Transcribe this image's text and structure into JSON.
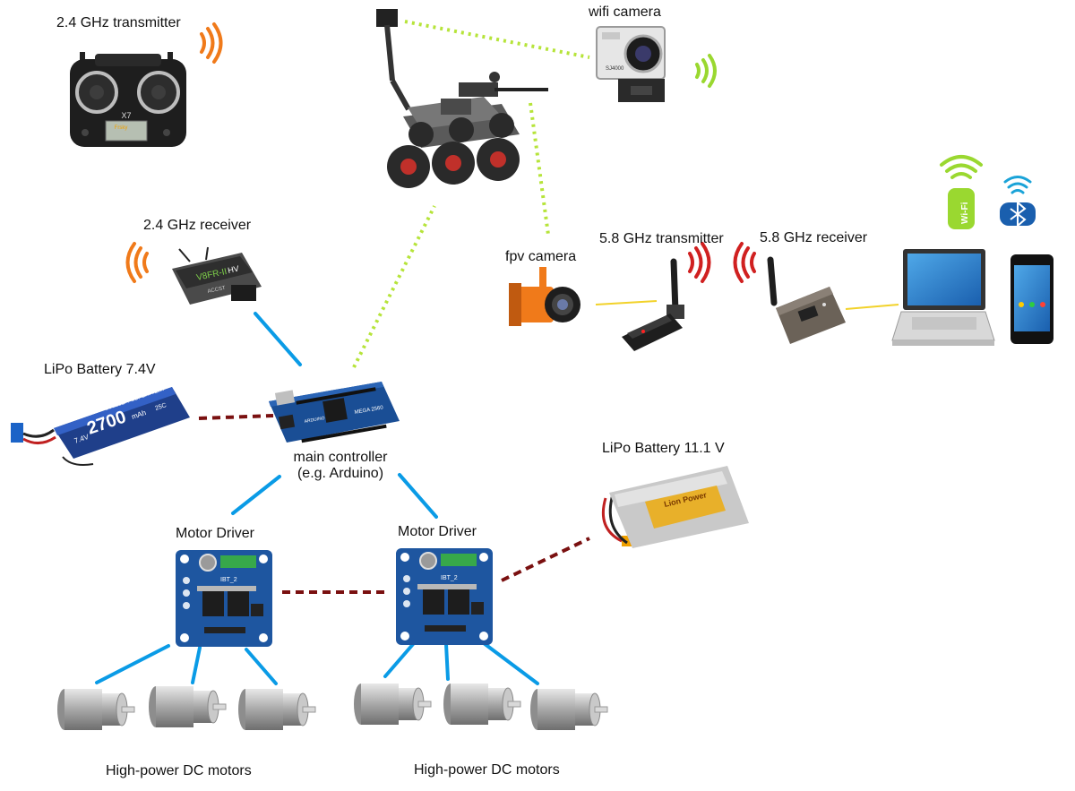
{
  "labels": {
    "transmitter_24": "2.4 GHz transmitter",
    "receiver_24": "2.4 GHz receiver",
    "wifi_camera": "wifi camera",
    "fpv_camera": "fpv camera",
    "transmitter_58": "5.8 GHz transmitter",
    "receiver_58": "5.8 GHz receiver",
    "lipo_74": "LiPo Battery 7.4V",
    "lipo_111": "LiPo Battery 11.1 V",
    "main_controller_line1": "main controller",
    "main_controller_line2": "(e.g. Arduino)",
    "motor_driver_left": "Motor Driver",
    "motor_driver_right": "Motor Driver",
    "motors_left": "High-power DC motors",
    "motors_right": "High-power DC motors"
  },
  "device_text": {
    "transmitter_model": "X7",
    "transmitter_brand": "Frsky",
    "receiver_model": "V8FR-II",
    "receiver_mode": "HV",
    "receiver_band": "ACCST",
    "battery_74_capacity": "2700",
    "battery_74_unit": "mAh",
    "battery_74_voltage": "7.4V",
    "battery_74_rate": "25C",
    "battery_74_type": "LI-POLY BATTERY",
    "battery_74_cells": "2CELL",
    "battery_111_brand": "Lion Power",
    "arduino_model": "MEGA 2560",
    "arduino_brand": "ARDUINO",
    "driver_model": "IBT_2",
    "wifi_cam_model": "SJ4000",
    "icon_wifi_text": "Wi-Fi"
  },
  "colors": {
    "signal_link": "#0a9be6",
    "power_link": "#7a1010",
    "wireless_link": "#b6e43a",
    "video_link": "#f2d22a",
    "radio_24": "#f07a1a",
    "radio_58": "#d02020",
    "wifi_wave": "#9ad830",
    "bluetooth": "#1a5fae",
    "board_blue": "#1e56a0"
  }
}
